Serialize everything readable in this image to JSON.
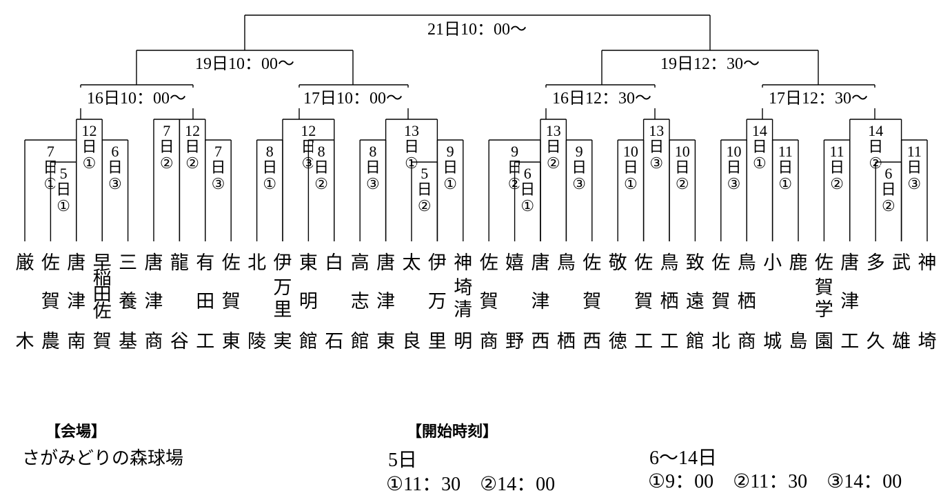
{
  "bracket": {
    "final": "21日10：00〜",
    "semis": [
      "19日10：00〜",
      "19日12：30〜"
    ],
    "quarters": [
      "16日10：00〜",
      "17日10：00〜",
      "16日12：30〜",
      "17日12：30〜"
    ],
    "slots": [
      [
        "7",
        "日",
        "①"
      ],
      [
        "5",
        "日",
        "①"
      ],
      [
        "12",
        "日",
        "①"
      ],
      [
        "6",
        "日",
        "③"
      ],
      [
        "7",
        "日",
        "②"
      ],
      [
        "12",
        "日",
        "②"
      ],
      [
        "7",
        "日",
        "③"
      ],
      [
        "8",
        "日",
        "①"
      ],
      [
        "12",
        "日",
        "③"
      ],
      [
        "8",
        "日",
        "②"
      ],
      [
        "8",
        "日",
        "③"
      ],
      [
        "13",
        "日",
        "①"
      ],
      [
        "5",
        "日",
        "②"
      ],
      [
        "9",
        "日",
        "①"
      ],
      [
        "9",
        "日",
        "②"
      ],
      [
        "6",
        "日",
        "①"
      ],
      [
        "13",
        "日",
        "②"
      ],
      [
        "9",
        "日",
        "③"
      ],
      [
        "10",
        "日",
        "①"
      ],
      [
        "13",
        "日",
        "③"
      ],
      [
        "10",
        "日",
        "②"
      ],
      [
        "10",
        "日",
        "③"
      ],
      [
        "14",
        "日",
        "①"
      ],
      [
        "11",
        "日",
        "①"
      ],
      [
        "11",
        "日",
        "②"
      ],
      [
        "14",
        "日",
        "②"
      ],
      [
        "6",
        "日",
        "②"
      ],
      [
        "11",
        "日",
        "③"
      ]
    ],
    "teams": [
      [
        "厳",
        "",
        "木"
      ],
      [
        "佐",
        "賀",
        "農"
      ],
      [
        "唐",
        "津",
        "南"
      ],
      [
        "早稲田佐",
        "",
        "賀"
      ],
      [
        "三",
        "養",
        "基"
      ],
      [
        "唐",
        "津",
        "商"
      ],
      [
        "龍",
        "",
        "谷"
      ],
      [
        "有",
        "田",
        "工"
      ],
      [
        "佐",
        "賀",
        "東"
      ],
      [
        "北",
        "",
        "陵"
      ],
      [
        "伊",
        "万里",
        "実"
      ],
      [
        "東",
        "明",
        "館"
      ],
      [
        "白",
        "",
        "石"
      ],
      [
        "高",
        "志",
        "館"
      ],
      [
        "唐",
        "津",
        "東"
      ],
      [
        "太",
        "",
        "良"
      ],
      [
        "伊",
        "万",
        "里"
      ],
      [
        "神",
        "埼清",
        "明"
      ],
      [
        "佐",
        "賀",
        "商"
      ],
      [
        "嬉",
        "",
        "野"
      ],
      [
        "唐",
        "津",
        "西"
      ],
      [
        "鳥",
        "",
        "栖"
      ],
      [
        "佐",
        "賀",
        "西"
      ],
      [
        "敬",
        "",
        "徳"
      ],
      [
        "佐",
        "賀",
        "工"
      ],
      [
        "鳥",
        "栖",
        "工"
      ],
      [
        "致",
        "遠",
        "館"
      ],
      [
        "佐",
        "賀",
        "北"
      ],
      [
        "鳥",
        "栖",
        "商"
      ],
      [
        "小",
        "",
        "城"
      ],
      [
        "鹿",
        "",
        "島"
      ],
      [
        "佐",
        "賀学",
        "園"
      ],
      [
        "唐",
        "津",
        "工"
      ],
      [
        "多",
        "",
        "久"
      ],
      [
        "武",
        "",
        "雄"
      ],
      [
        "神",
        "",
        "埼"
      ]
    ]
  },
  "venue": {
    "heading": "【会場】",
    "name": "さがみどりの森球場"
  },
  "start_times": {
    "heading": "【開始時刻】",
    "day5_label": "5日",
    "day5_times": "①11：30　②14：00",
    "day6_14_label": "6〜14日",
    "day6_14_times": "①9：00　②11：30　③14：00"
  }
}
